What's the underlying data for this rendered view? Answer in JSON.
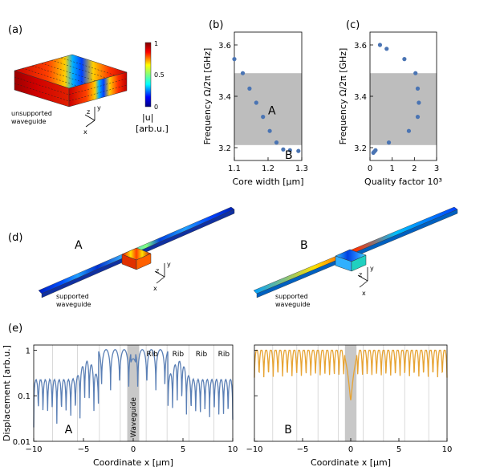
{
  "panel_labels": {
    "a": "(a)",
    "b": "(b)",
    "c": "(c)",
    "d": "(d)",
    "e": "(e)"
  },
  "panel_a": {
    "caption": "unsupported waveguide",
    "caption_line1": "unsupported",
    "caption_line2": "waveguide",
    "axis_z": "z",
    "axis_y": "y",
    "axis_x": "x",
    "colorbar": {
      "max": "1",
      "mid": "0.5",
      "min": "0",
      "label_line1": "|u|",
      "label_line2": "[arb.u.]"
    }
  },
  "panel_d": {
    "left": {
      "letter": "A",
      "caption_line1": "supported",
      "caption_line2": "waveguide"
    },
    "right": {
      "letter": "B",
      "caption_line1": "supported",
      "caption_line2": "waveguide"
    },
    "axis_z": "z",
    "axis_y": "y",
    "axis_x": "x"
  },
  "chart_data": [
    {
      "id": "b",
      "type": "scatter",
      "xlabel": "Core width [μm]",
      "ylabel": "Frequency Ω/2π [GHz]",
      "xlim": [
        1.1,
        1.3
      ],
      "ylim": [
        3.15,
        3.65
      ],
      "xticks": [
        "1.1",
        "1.2",
        "1.3"
      ],
      "yticks": [
        "3.2",
        "3.4",
        "3.6"
      ],
      "band": [
        3.21,
        3.49
      ],
      "band_color": "#bdbdbd",
      "marker_color": "#4a74b3",
      "annotations": [
        "A",
        "B"
      ],
      "points": [
        [
          1.1,
          3.545
        ],
        [
          1.125,
          3.49
        ],
        [
          1.145,
          3.43
        ],
        [
          1.165,
          3.375
        ],
        [
          1.185,
          3.32
        ],
        [
          1.205,
          3.265
        ],
        [
          1.225,
          3.22
        ],
        [
          1.245,
          3.193
        ],
        [
          1.265,
          3.19
        ],
        [
          1.29,
          3.187
        ]
      ]
    },
    {
      "id": "c",
      "type": "scatter",
      "xlabel": "Quality factor 10³",
      "ylabel": "Frequency Ω/2π [GHz]",
      "xlim": [
        0,
        3
      ],
      "ylim": [
        3.15,
        3.65
      ],
      "xticks": [
        "0",
        "1",
        "2",
        "3"
      ],
      "yticks": [
        "3.2",
        "3.4",
        "3.6"
      ],
      "band": [
        3.21,
        3.49
      ],
      "band_color": "#bdbdbd",
      "marker_color": "#4a74b3",
      "points": [
        [
          0.45,
          3.6
        ],
        [
          0.75,
          3.585
        ],
        [
          1.55,
          3.545
        ],
        [
          2.05,
          3.49
        ],
        [
          2.15,
          3.43
        ],
        [
          2.2,
          3.375
        ],
        [
          2.15,
          3.32
        ],
        [
          1.75,
          3.265
        ],
        [
          0.85,
          3.22
        ],
        [
          0.25,
          3.19
        ],
        [
          0.2,
          3.185
        ],
        [
          0.15,
          3.18
        ]
      ]
    },
    {
      "id": "e",
      "type": "line",
      "ylabel": "Displacement [arb.u.]",
      "xlabel": "Coordinate x [μm]",
      "yscale": "log",
      "ylim": [
        0.01,
        1.3
      ],
      "yticks": [
        "0.01",
        "0.1",
        "1"
      ],
      "subplots": [
        {
          "letter": "A",
          "color": "#5a7fb5",
          "xlim": [
            -10,
            10
          ],
          "xticks": [
            "−10",
            "−5",
            "0",
            "5",
            "10"
          ],
          "rib_labels": [
            "Rib",
            "Rib",
            "Rib",
            "Rib"
          ],
          "waveguide_label": "Waveguide",
          "gray_band": [
            -0.6,
            0.6
          ],
          "rib_lines": [
            -8.1,
            -5.6,
            -3.4,
            -1.3,
            1.3,
            3.4,
            5.6,
            8.1
          ]
        },
        {
          "letter": "B",
          "color": "#e7a332",
          "xlim": [
            -10,
            10
          ],
          "xticks": [
            "−10",
            "−5",
            "0",
            "5",
            "10"
          ],
          "gray_band": [
            -0.6,
            0.6
          ],
          "rib_lines": [
            -8.1,
            -5.6,
            -3.4,
            -1.3,
            1.3,
            3.4,
            5.6,
            8.1
          ]
        }
      ]
    }
  ]
}
